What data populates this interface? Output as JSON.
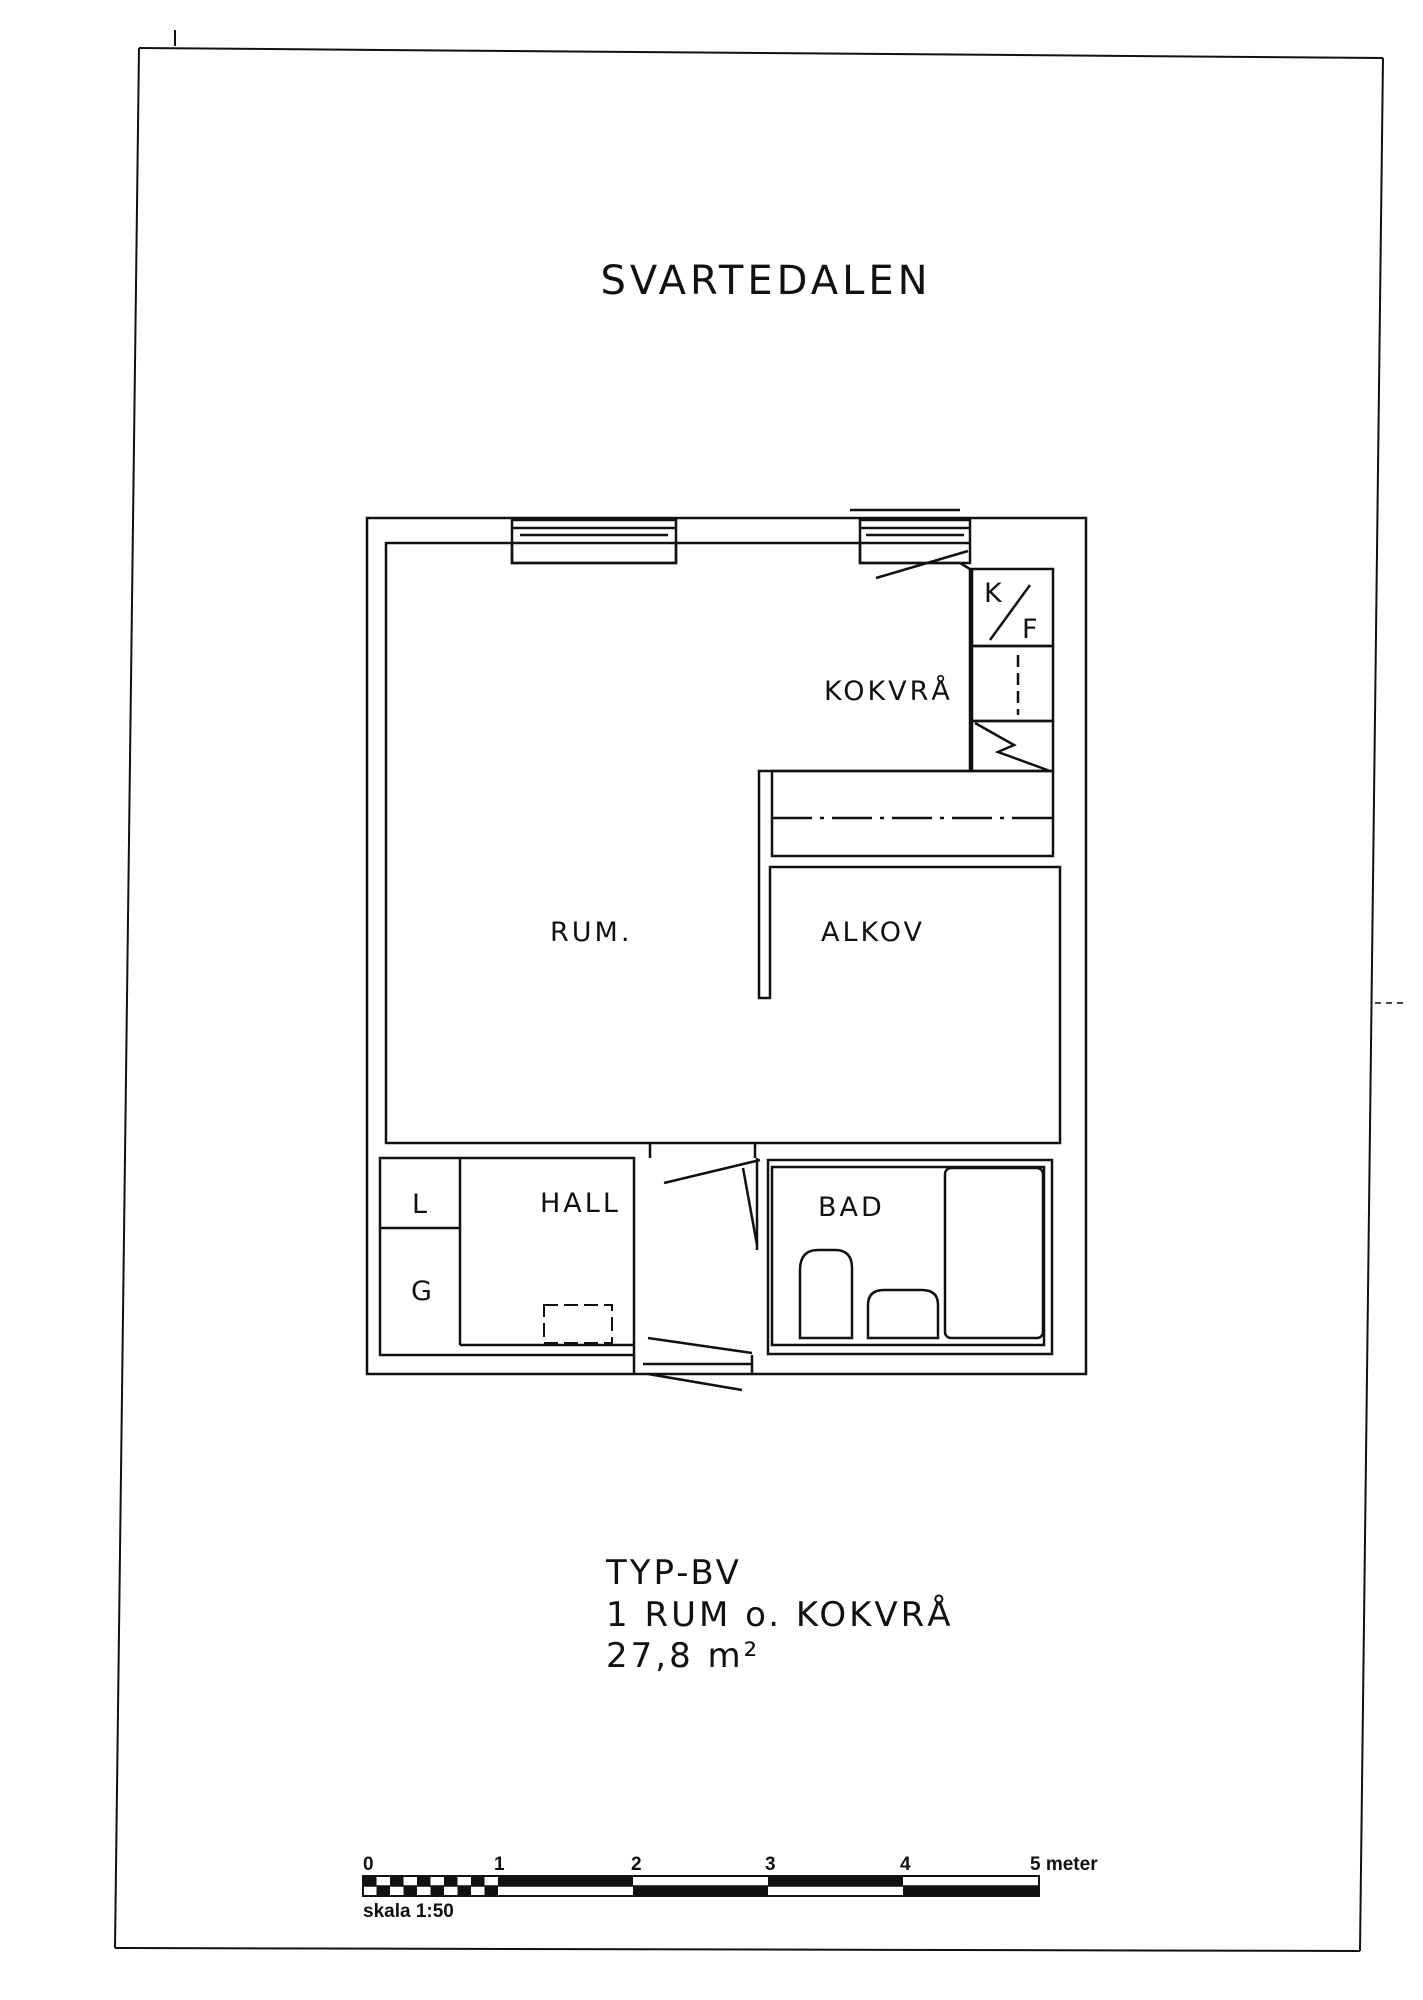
{
  "title": "SVARTEDALEN",
  "rooms": {
    "kf_k": "K",
    "kf_f": "F",
    "kokvra": "KOKVRÅ",
    "rum": "RUM.",
    "alkov": "ALKOV",
    "hall": "HALL",
    "bad": "BAD",
    "l": "L",
    "g": "G"
  },
  "info": {
    "type": "TYP-BV",
    "rooms": "1 RUM o. KOKVRÅ",
    "area": "27,8 m²"
  },
  "scale": {
    "ticks": [
      "0",
      "1",
      "2",
      "3",
      "4",
      "5 meter"
    ],
    "label": "skala 1:50"
  }
}
